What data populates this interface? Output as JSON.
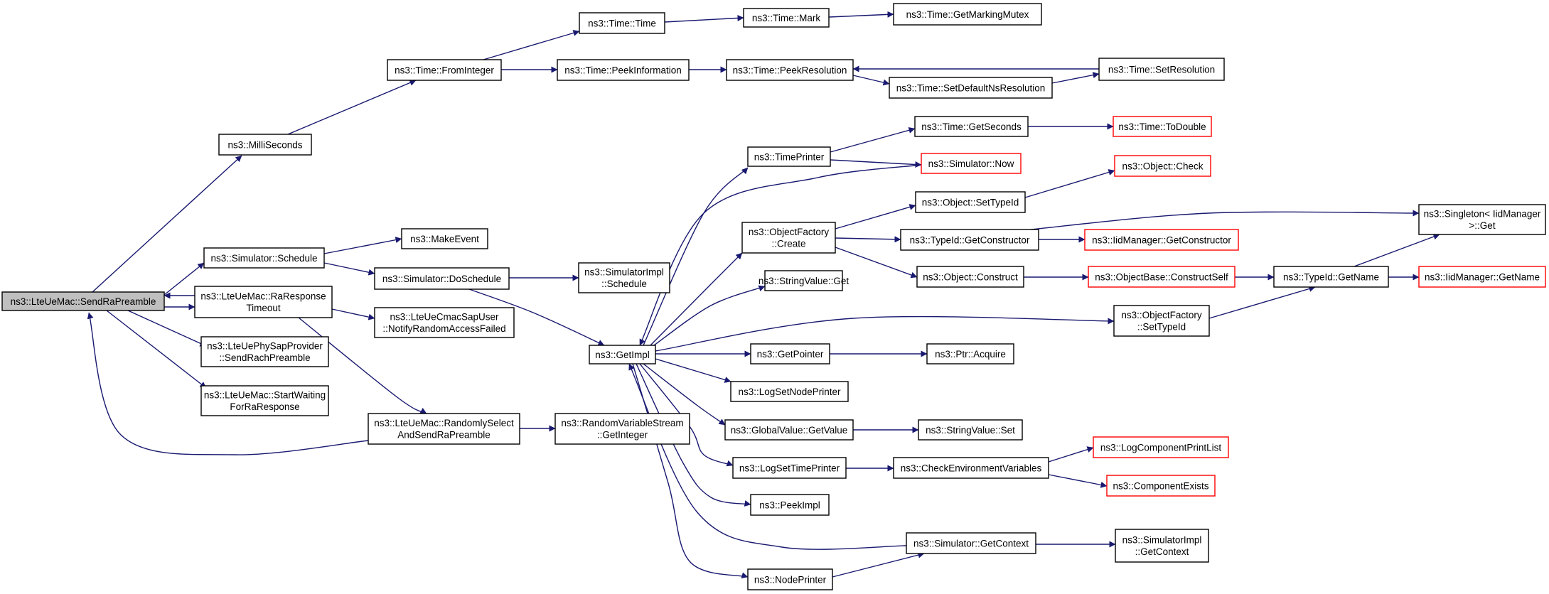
{
  "graph": {
    "colors": {
      "edge": "#191970",
      "node_border": "#000000",
      "truncated_border": "#ff0000",
      "root_fill": "#bfbfbf",
      "background": "#ffffff"
    },
    "nodes": [
      {
        "id": "root",
        "lines": [
          "ns3::LteUeMac::SendRaPreamble"
        ],
        "style": "root"
      },
      {
        "id": "milli",
        "lines": [
          "ns3::MilliSeconds"
        ]
      },
      {
        "id": "fromint",
        "lines": [
          "ns3::Time::FromInteger"
        ]
      },
      {
        "id": "timetime",
        "lines": [
          "ns3::Time::Time"
        ]
      },
      {
        "id": "mark",
        "lines": [
          "ns3::Time::Mark"
        ]
      },
      {
        "id": "getmarkmutex",
        "lines": [
          "ns3::Time::GetMarkingMutex"
        ]
      },
      {
        "id": "peekinfo",
        "lines": [
          "ns3::Time::PeekInformation"
        ]
      },
      {
        "id": "peekres",
        "lines": [
          "ns3::Time::PeekResolution"
        ]
      },
      {
        "id": "setres",
        "lines": [
          "ns3::Time::SetResolution"
        ]
      },
      {
        "id": "setdefres",
        "lines": [
          "ns3::Time::SetDefaultNsResolution"
        ]
      },
      {
        "id": "schedule",
        "lines": [
          "ns3::Simulator::Schedule"
        ]
      },
      {
        "id": "makeevent",
        "lines": [
          "ns3::MakeEvent"
        ]
      },
      {
        "id": "doschedule",
        "lines": [
          "ns3::Simulator::DoSchedule"
        ]
      },
      {
        "id": "implschedule",
        "lines": [
          "ns3::SimulatorImpl",
          "::Schedule"
        ]
      },
      {
        "id": "raresp",
        "lines": [
          "ns3::LteUeMac::RaResponse",
          "Timeout"
        ]
      },
      {
        "id": "notifyra",
        "lines": [
          "ns3::LteUeCmacSapUser",
          "::NotifyRandomAccessFailed"
        ]
      },
      {
        "id": "sendrach",
        "lines": [
          "ns3::LteUePhySapProvider",
          "::SendRachPreamble"
        ]
      },
      {
        "id": "startwait",
        "lines": [
          "ns3::LteUeMac::StartWaiting",
          "ForRaResponse"
        ]
      },
      {
        "id": "randsel",
        "lines": [
          "ns3::LteUeMac::RandomlySelect",
          "AndSendRaPreamble"
        ]
      },
      {
        "id": "rvsgetint",
        "lines": [
          "ns3::RandomVariableStream",
          "::GetInteger"
        ]
      },
      {
        "id": "getimpl",
        "lines": [
          "ns3::GetImpl"
        ]
      },
      {
        "id": "timeprinter",
        "lines": [
          "ns3::TimePrinter"
        ]
      },
      {
        "id": "getseconds",
        "lines": [
          "ns3::Time::GetSeconds"
        ]
      },
      {
        "id": "todouble",
        "lines": [
          "ns3::Time::ToDouble"
        ],
        "style": "trunc"
      },
      {
        "id": "simnow",
        "lines": [
          "ns3::Simulator::Now"
        ],
        "style": "trunc"
      },
      {
        "id": "objfactcreate",
        "lines": [
          "ns3::ObjectFactory",
          "::Create"
        ]
      },
      {
        "id": "objsettypeid",
        "lines": [
          "ns3::Object::SetTypeId"
        ]
      },
      {
        "id": "objcheck",
        "lines": [
          "ns3::Object::Check"
        ],
        "style": "trunc"
      },
      {
        "id": "typeidgetctor",
        "lines": [
          "ns3::TypeId::GetConstructor"
        ]
      },
      {
        "id": "iidgetctor",
        "lines": [
          "ns3::IidManager::GetConstructor"
        ],
        "style": "trunc"
      },
      {
        "id": "singleton",
        "lines": [
          "ns3::Singleton< IidManager",
          ">::Get"
        ]
      },
      {
        "id": "objconstruct",
        "lines": [
          "ns3::Object::Construct"
        ]
      },
      {
        "id": "constructself",
        "lines": [
          "ns3::ObjectBase::ConstructSelf"
        ],
        "style": "trunc"
      },
      {
        "id": "typeidgetname",
        "lines": [
          "ns3::TypeId::GetName"
        ]
      },
      {
        "id": "iidgetname",
        "lines": [
          "ns3::IidManager::GetName"
        ],
        "style": "trunc"
      },
      {
        "id": "stringvalueget",
        "lines": [
          "ns3::StringValue::Get"
        ]
      },
      {
        "id": "objfactsettypeid",
        "lines": [
          "ns3::ObjectFactory",
          "::SetTypeId"
        ]
      },
      {
        "id": "getpointer",
        "lines": [
          "ns3::GetPointer"
        ]
      },
      {
        "id": "ptracquire",
        "lines": [
          "ns3::Ptr::Acquire"
        ]
      },
      {
        "id": "logsetnode",
        "lines": [
          "ns3::LogSetNodePrinter"
        ]
      },
      {
        "id": "globalget",
        "lines": [
          "ns3::GlobalValue::GetValue"
        ]
      },
      {
        "id": "stringvalueset",
        "lines": [
          "ns3::StringValue::Set"
        ]
      },
      {
        "id": "logsettime",
        "lines": [
          "ns3::LogSetTimePrinter"
        ]
      },
      {
        "id": "checkenv",
        "lines": [
          "ns3::CheckEnvironmentVariables"
        ]
      },
      {
        "id": "logcomplist",
        "lines": [
          "ns3::LogComponentPrintList"
        ],
        "style": "trunc"
      },
      {
        "id": "compexists",
        "lines": [
          "ns3::ComponentExists"
        ],
        "style": "trunc"
      },
      {
        "id": "peekimpl",
        "lines": [
          "ns3::PeekImpl"
        ]
      },
      {
        "id": "simgetctx",
        "lines": [
          "ns3::Simulator::GetContext"
        ]
      },
      {
        "id": "implgetctx",
        "lines": [
          "ns3::SimulatorImpl",
          "::GetContext"
        ]
      },
      {
        "id": "nodeprinter",
        "lines": [
          "ns3::NodePrinter"
        ]
      }
    ],
    "edges": [
      [
        "root",
        "milli"
      ],
      [
        "root",
        "schedule"
      ],
      [
        "root",
        "raresp"
      ],
      [
        "raresp",
        "root"
      ],
      [
        "root",
        "sendrach"
      ],
      [
        "root",
        "startwait"
      ],
      [
        "randsel",
        "root"
      ],
      [
        "milli",
        "fromint"
      ],
      [
        "fromint",
        "timetime"
      ],
      [
        "fromint",
        "peekinfo"
      ],
      [
        "timetime",
        "mark"
      ],
      [
        "mark",
        "getmarkmutex"
      ],
      [
        "peekinfo",
        "peekres"
      ],
      [
        "peekres",
        "setdefres"
      ],
      [
        "setdefres",
        "setres"
      ],
      [
        "setres",
        "peekres"
      ],
      [
        "schedule",
        "makeevent"
      ],
      [
        "schedule",
        "doschedule"
      ],
      [
        "doschedule",
        "implschedule"
      ],
      [
        "doschedule",
        "getimpl"
      ],
      [
        "raresp",
        "notifyra"
      ],
      [
        "raresp",
        "randsel"
      ],
      [
        "randsel",
        "rvsgetint"
      ],
      [
        "getimpl",
        "timeprinter"
      ],
      [
        "getimpl",
        "objfactcreate"
      ],
      [
        "getimpl",
        "stringvalueget"
      ],
      [
        "getimpl",
        "objfactsettypeid"
      ],
      [
        "getimpl",
        "getpointer"
      ],
      [
        "getimpl",
        "logsetnode"
      ],
      [
        "getimpl",
        "globalget"
      ],
      [
        "getimpl",
        "logsettime"
      ],
      [
        "getimpl",
        "peekimpl"
      ],
      [
        "getimpl",
        "nodeprinter"
      ],
      [
        "simnow",
        "getimpl"
      ],
      [
        "simgetctx",
        "getimpl"
      ],
      [
        "timeprinter",
        "getseconds"
      ],
      [
        "timeprinter",
        "simnow"
      ],
      [
        "getseconds",
        "todouble"
      ],
      [
        "objfactcreate",
        "objsettypeid"
      ],
      [
        "objfactcreate",
        "typeidgetctor"
      ],
      [
        "objfactcreate",
        "objconstruct"
      ],
      [
        "objsettypeid",
        "objcheck"
      ],
      [
        "typeidgetctor",
        "iidgetctor"
      ],
      [
        "typeidgetctor",
        "singleton"
      ],
      [
        "objconstruct",
        "constructself"
      ],
      [
        "constructself",
        "typeidgetname"
      ],
      [
        "typeidgetname",
        "iidgetname"
      ],
      [
        "typeidgetname",
        "singleton"
      ],
      [
        "objfactsettypeid",
        "typeidgetname"
      ],
      [
        "getpointer",
        "ptracquire"
      ],
      [
        "globalget",
        "stringvalueset"
      ],
      [
        "logsettime",
        "checkenv"
      ],
      [
        "checkenv",
        "logcomplist"
      ],
      [
        "checkenv",
        "compexists"
      ],
      [
        "simgetctx",
        "implgetctx"
      ],
      [
        "nodeprinter",
        "simgetctx"
      ]
    ]
  }
}
